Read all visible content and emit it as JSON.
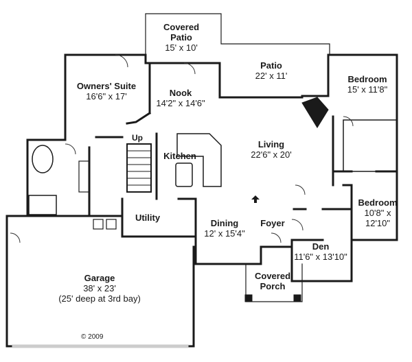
{
  "plan": {
    "rooms": {
      "covered_patio": {
        "name": "Covered\nPatio",
        "dims": "15' x 10'"
      },
      "patio": {
        "name": "Patio",
        "dims": "22' x 11'"
      },
      "owners_suite": {
        "name": "Owners' Suite",
        "dims": "16'6\" x 17'"
      },
      "nook": {
        "name": "Nook",
        "dims": "14'2\" x 14'6\""
      },
      "bedroom_top": {
        "name": "Bedroom",
        "dims": "15' x 11'8\""
      },
      "kitchen": {
        "name": "Kitchen",
        "dims": ""
      },
      "living": {
        "name": "Living",
        "dims": "22'6\" x 20'"
      },
      "utility": {
        "name": "Utility",
        "dims": ""
      },
      "bedroom_right": {
        "name": "Bedroom",
        "dims": "10'8\" x\n12'10\""
      },
      "dining": {
        "name": "Dining",
        "dims": "12' x 15'4\""
      },
      "foyer": {
        "name": "Foyer",
        "dims": ""
      },
      "den": {
        "name": "Den",
        "dims": "11'6\" x 13'10\""
      },
      "garage": {
        "name": "Garage",
        "dims": "38' x 23'\n(25' deep at 3rd bay)"
      },
      "covered_porch": {
        "name": "Covered\nPorch",
        "dims": ""
      }
    },
    "stair_label": "Up",
    "copyright": "© 2009",
    "colors": {
      "wall": "#1a1a1a",
      "fixture": "#333333",
      "background": "#ffffff"
    }
  }
}
